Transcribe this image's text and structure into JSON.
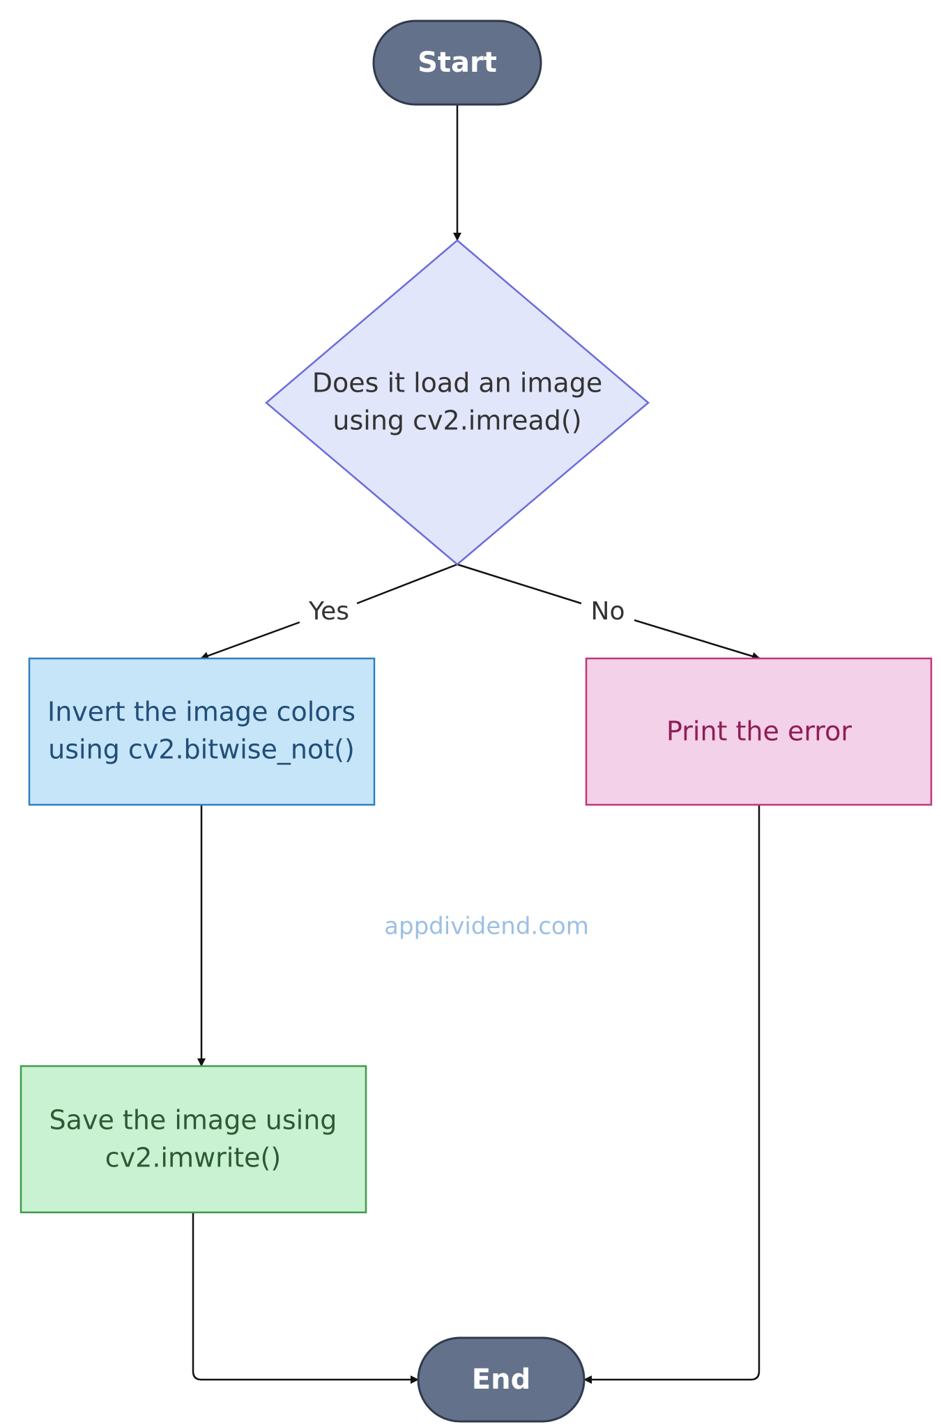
{
  "diagram": {
    "nodes": {
      "start": {
        "label": "Start",
        "fill": "#64718a",
        "stroke": "#2f3a4d",
        "text_color": "#ffffff"
      },
      "decision": {
        "line1": "Does it load an image",
        "line2": "using cv2.imread()",
        "fill": "#e1e6fa",
        "stroke": "#6b6bdc",
        "text_color": "#333333"
      },
      "invert": {
        "line1": "Invert the image colors",
        "line2": "using cv2.bitwise_not()",
        "fill": "#c7e5f8",
        "stroke": "#2f7fc0",
        "text_color": "#1f4e79"
      },
      "error": {
        "label": "Print the error",
        "fill": "#f3d1e8",
        "stroke": "#c2357a",
        "text_color": "#8f1d56"
      },
      "save": {
        "line1": "Save the image using",
        "line2": "cv2.imwrite()",
        "fill": "#c8f2d2",
        "stroke": "#3f9a4a",
        "text_color": "#2d5a34"
      },
      "end": {
        "label": "End",
        "fill": "#64718a",
        "stroke": "#2f3a4d",
        "text_color": "#ffffff"
      }
    },
    "edges": {
      "yes_label": "Yes",
      "no_label": "No"
    },
    "watermark": "appdividend.com"
  }
}
